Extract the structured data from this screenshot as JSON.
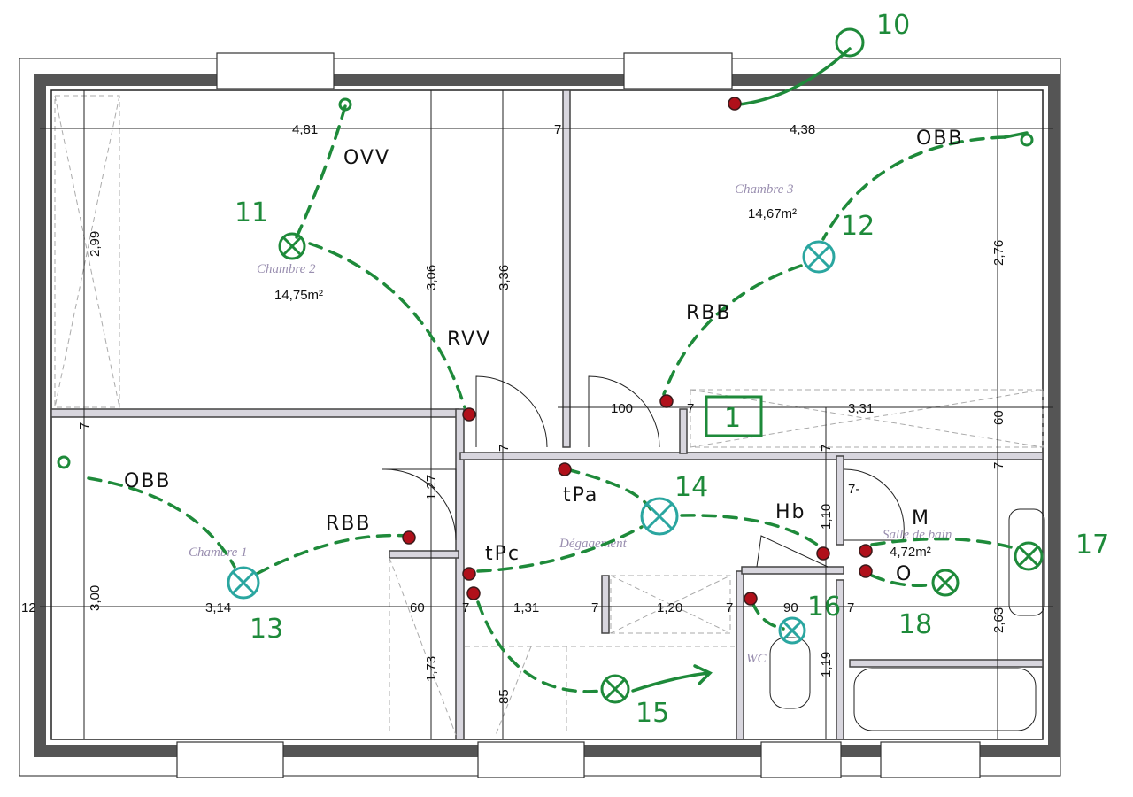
{
  "rooms": {
    "chambre2": {
      "name": "Chambre 2",
      "area": "14,75m²"
    },
    "chambre3": {
      "name": "Chambre 3",
      "area": "14,67m²"
    },
    "chambre1": {
      "name": "Chambre 1"
    },
    "degagement": {
      "name": "Dégagement"
    },
    "salle_de_bain": {
      "name": "Salle de bain",
      "area": "4,72m²"
    },
    "wc": {
      "name": "WC"
    }
  },
  "dimensions": [
    "4,81",
    "7",
    "4,38",
    "2,99",
    "3,06",
    "3,36",
    "2,76",
    "100",
    "7",
    "3,31",
    "60",
    "7",
    "1,27",
    "1,10",
    "7-",
    "3,00",
    "12",
    "3,14",
    "60",
    "7",
    "1,31",
    "7",
    "1,20",
    "7",
    "90",
    "7",
    "2,63",
    "1,73",
    "1,19",
    "85",
    "7",
    "7",
    "7"
  ],
  "annotations": {
    "numbers": [
      "10",
      "11",
      "12",
      "13",
      "14",
      "15",
      "16",
      "17",
      "18"
    ],
    "labels": [
      "OVV",
      "OBB",
      "RBB",
      "RVV",
      "OBB",
      "RBB",
      "tPa",
      "tPc",
      "Hb",
      "M",
      "O"
    ],
    "boxed": "1"
  },
  "colors": {
    "annotation": "#1e8a3a",
    "lamp": "#2aa6a0",
    "switch": "#b0101a"
  }
}
